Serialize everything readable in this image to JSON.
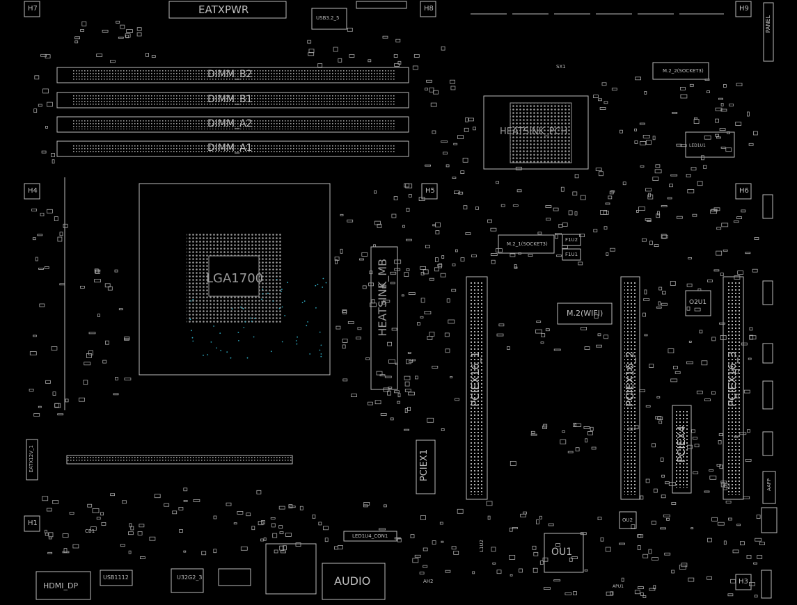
{
  "labels": {
    "eatxpwr": "EATXPWR",
    "usb32_top": "USB3.2_5",
    "dimm_b2": "DIMM_B2",
    "dimm_b1": "DIMM_B1",
    "dimm_a2": "DIMM_A2",
    "dimm_a1": "DIMM_A1",
    "cpu_socket": "LGA1700",
    "heatsink_pch": "HEATSINK_PCH",
    "heatsink_vrm": "HEATSINK_MB",
    "m2_2": "M.2_2(SOCKET3)",
    "m2_1": "M.2_1(SOCKET3)",
    "m2_wifi": "M.2(WIFI)",
    "pciex16_1": "PCIEX16_1",
    "pciex16_2": "PCIEX16_2",
    "pciex16_3": "PCIEX16_3",
    "pciex4": "PCIEX4",
    "pciex1": "PCIEX1",
    "panel": "PANEL",
    "eatx12v": "EATX12V_1",
    "hdmi_dp": "HDMI_DP",
    "usb1112": "USB1112",
    "u32g2_3": "U32G2_3",
    "audio": "AUDIO",
    "led_con": "LED1U4_CON1",
    "ou1": "OU1",
    "ou2": "OU2",
    "o2u1": "O2U1",
    "ledu1": "LED1U1",
    "f1u1": "F1U1",
    "f1u2": "F1U2",
    "sx1": "SX1",
    "h1": "H1",
    "h3": "H3",
    "h4": "H4",
    "h5": "H5",
    "h6": "H6",
    "h7": "H7",
    "h8": "H8",
    "h9": "H9",
    "aafp": "AAFP",
    "ah2": "AH2",
    "apu1": "APU1",
    "cb1": "CB1",
    "l1u2": "L1U2"
  }
}
